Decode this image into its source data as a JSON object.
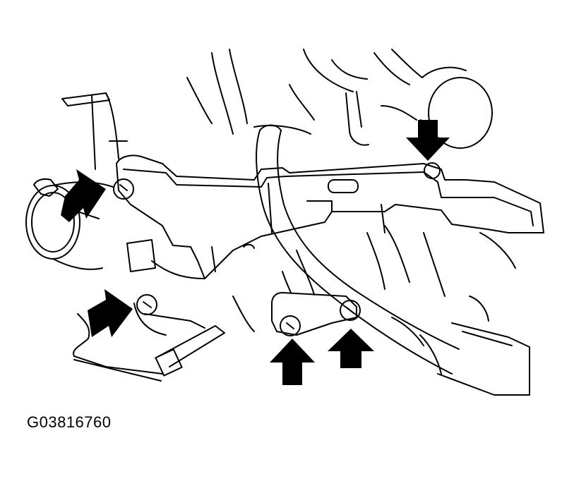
{
  "figure_id": "G03816760",
  "colors": {
    "ink": "#000000",
    "paper": "#ffffff"
  },
  "arrows": [
    {
      "name": "arrow-upper-left-bolt",
      "direction": "right"
    },
    {
      "name": "arrow-lower-left-bolt",
      "direction": "right"
    },
    {
      "name": "arrow-top-right-bolt",
      "direction": "down"
    },
    {
      "name": "arrow-bottom-center-left-bolt",
      "direction": "up"
    },
    {
      "name": "arrow-bottom-center-right-bolt",
      "direction": "up"
    }
  ]
}
